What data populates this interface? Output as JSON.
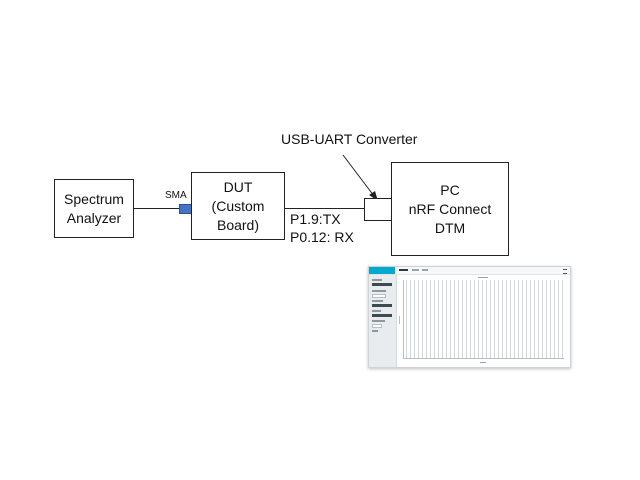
{
  "diagram": {
    "spectrum_analyzer": {
      "label": "Spectrum\nAnalyzer"
    },
    "sma": {
      "label": "SMA"
    },
    "dut": {
      "label": "DUT\n(Custom\nBoard)"
    },
    "pins": {
      "label": "P1.9:TX\nP0.12: RX"
    },
    "usb_uart": {
      "label": "USB-UART Converter"
    },
    "pc": {
      "label": "PC\nnRF Connect\nDTM"
    }
  },
  "app_thumbnail": {
    "description_shown": false,
    "accent_color": "#00a9ce",
    "bar_count": 40
  }
}
